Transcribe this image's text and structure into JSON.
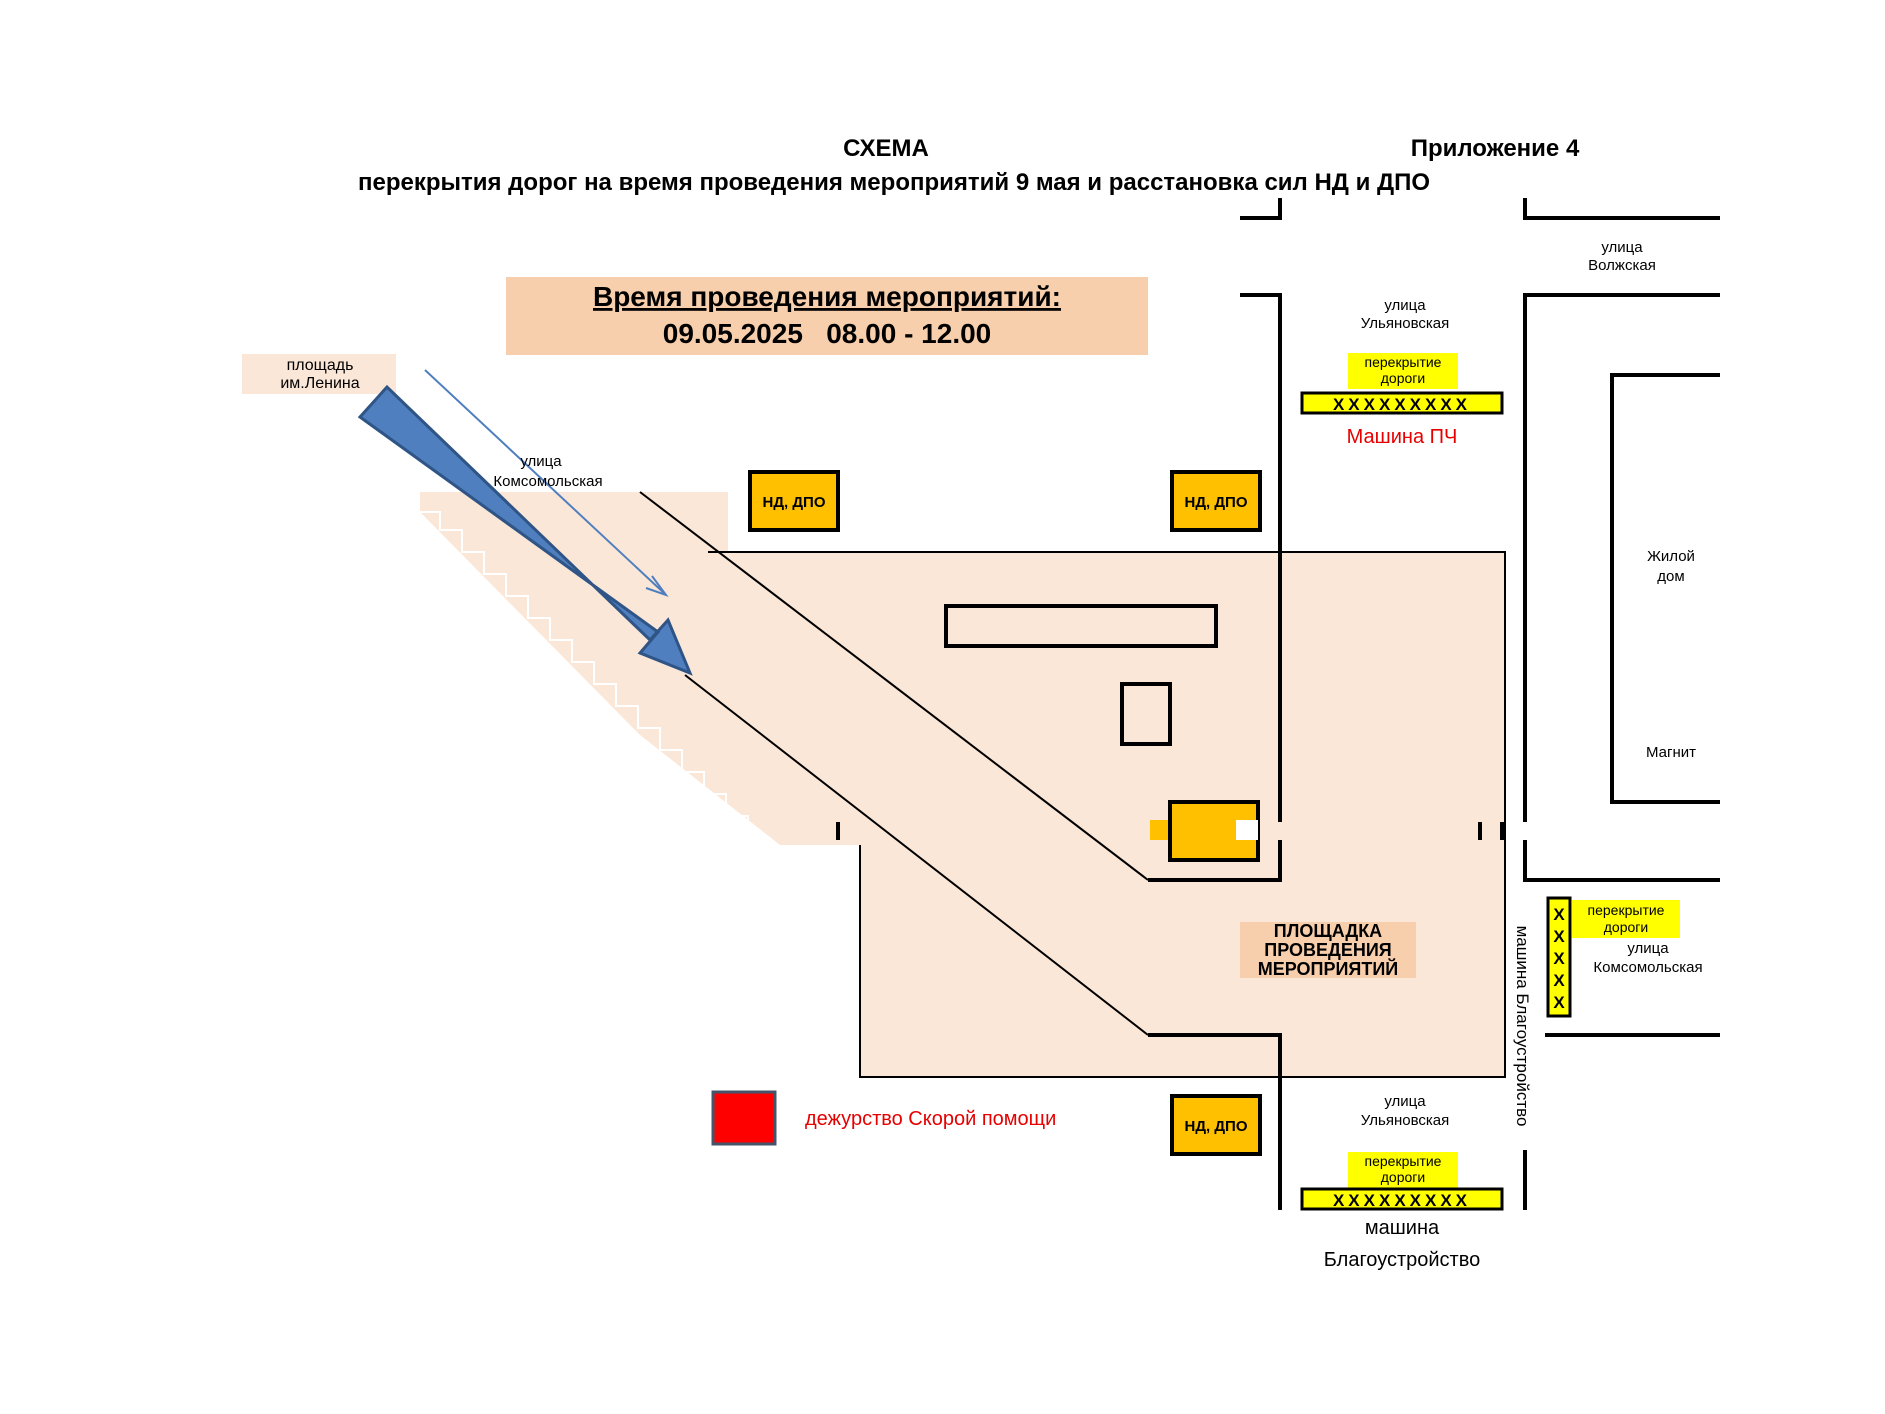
{
  "header": {
    "title": "СХЕМА",
    "appendix": "Приложение 4",
    "subtitle": "перекрытия дорог на время проведения мероприятий 9 мая и расстановка сил НД и ДПО"
  },
  "time_box": {
    "heading": "Время проведения мероприятий:",
    "value": "09.05.2025   08.00 - 12.00"
  },
  "places": {
    "lenin_square_1": "площадь",
    "lenin_square_2": "им.Ленина",
    "komsomolskaya_top_1": "улица",
    "komsomolskaya_top_2": "Комсомольская",
    "volzhskaya_1": "улица",
    "volzhskaya_2": "Волжская",
    "ulyanovskaya_top_1": "улица",
    "ulyanovskaya_top_2": "Ульяновская",
    "ulyanovskaya_bottom_1": "улица",
    "ulyanovskaya_bottom_2": "Ульяновская",
    "komsomolskaya_right_1": "улица",
    "komsomolskaya_right_2": "Комсомольская",
    "residential_1": "Жилой",
    "residential_2": "дом",
    "magnit": "Магнит",
    "venue_1": "ПЛОЩАДКА",
    "venue_2": "ПРОВЕДЕНИЯ",
    "venue_3": "МЕРОПРИЯТИЙ"
  },
  "posts": {
    "nd_dpo_1": "НД, ДПО",
    "nd_dpo_2": "НД, ДПО",
    "nd_dpo_3": "НД, ДПО"
  },
  "closures": {
    "top_1": "перекрытие",
    "top_2": "дороги",
    "bottom_1": "перекрытие",
    "bottom_2": "дороги",
    "right_1": "перекрытие",
    "right_2": "дороги",
    "barrier_h": "XXXXXXXXX",
    "barrier_v": [
      "X",
      "X",
      "X",
      "X",
      "X"
    ]
  },
  "vehicles": {
    "fire_truck": "Машина ПЧ",
    "municipal_vertical": "машина Благоустройство",
    "municipal_bottom_1": "машина",
    "municipal_bottom_2": "Благоустройство"
  },
  "legend": {
    "ambulance": "дежурство Скорой помощи"
  },
  "colors": {
    "venue_fill": "#fbe7d8",
    "time_box_fill": "#f8cfac",
    "post_fill": "#ffc000",
    "closure_fill": "#ffff00",
    "ambulance_fill": "#ff0000",
    "arrow_fill": "#4f7fbf",
    "red_text": "#e60000"
  },
  "icons": {
    "route_arrow": "big-blue-arrow-icon",
    "ambulance_marker": "red-square-icon"
  }
}
